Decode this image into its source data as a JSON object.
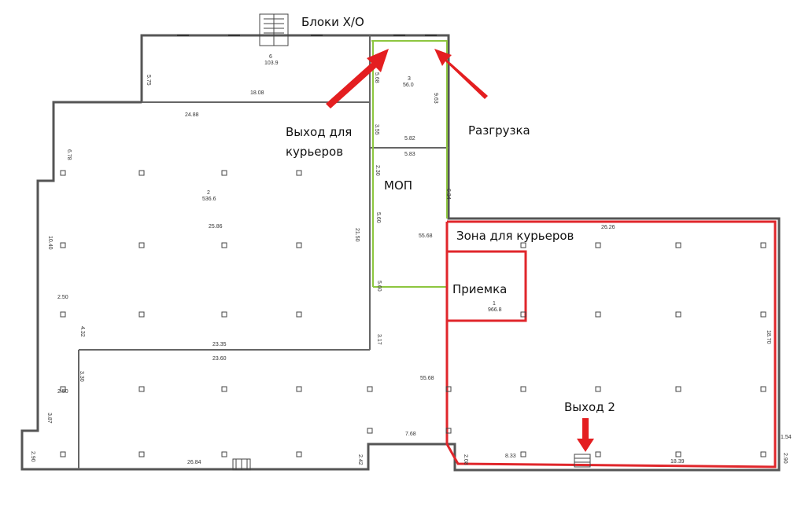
{
  "labels": {
    "bloki": "Блоки Х/О",
    "vykhod_kurierov_line1": "Выход для",
    "vykhod_kurierov_line2": "курьеров",
    "razgruzka": "Разгрузка",
    "mop": "МОП",
    "zona_kurierov": "Зона для курьеров",
    "priemka": "Приемка",
    "vykhod2": "Выход 2"
  },
  "dimensions": [
    "5.75",
    "18.08",
    "24.88",
    "6.78",
    "10.40",
    "2.50",
    "4.32",
    "3.30",
    "2.50",
    "3.87",
    "2.90",
    "25.86",
    "23.35",
    "23.60",
    "21.50",
    "3.17",
    "5.60",
    "5.60",
    "3.55",
    "2.30",
    "5.82",
    "5.83",
    "5.68",
    "9.63",
    "6.34",
    "55.68",
    "55.68",
    "7.68",
    "2.42",
    "26.84",
    "2.08",
    "8.33",
    "18.39",
    "26.26",
    "18.70",
    "1.54",
    "2.90"
  ],
  "rooms": [
    {
      "no": "6",
      "area": "103.9"
    },
    {
      "no": "3",
      "area": "56.0"
    },
    {
      "no": "2",
      "area": "536.6"
    },
    {
      "no": "1",
      "area": "966.8"
    }
  ],
  "colors": {
    "wall": "#555555",
    "highlight_red": "#e0262b",
    "highlight_green": "#8dc63f",
    "arrow": "#e41e20"
  }
}
